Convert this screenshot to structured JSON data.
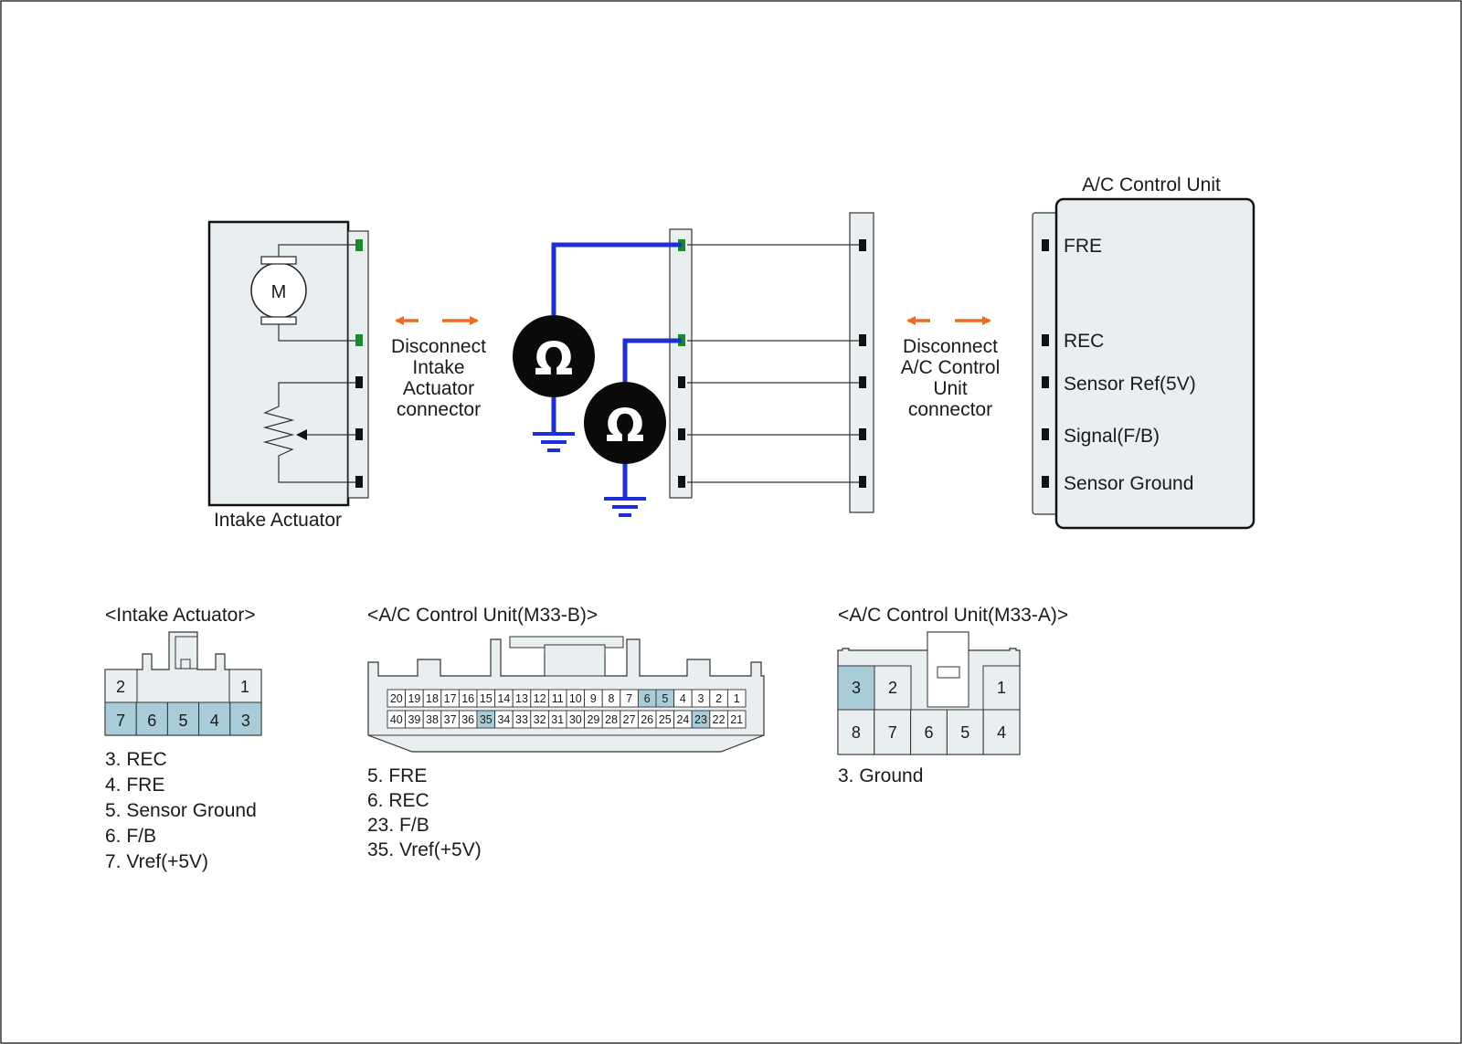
{
  "diagram": {
    "intake_actuator": {
      "title": "Intake Actuator",
      "motor_symbol": "M"
    },
    "disconnect_left": [
      "Disconnect",
      "Intake",
      "Actuator",
      "connector"
    ],
    "disconnect_right": [
      "Disconnect",
      "A/C Control",
      "Unit",
      "connector"
    ],
    "ac_unit": {
      "title": "A/C Control Unit",
      "pins": [
        "FRE",
        "REC",
        "Sensor Ref(5V)",
        "Signal(F/B)",
        "Sensor Ground"
      ]
    },
    "ohmmeter_symbol": "Ω",
    "colors": {
      "wire_blue": "#1f2fd6",
      "pin_green": "#1c8a2c",
      "arrow_orange": "#ee6b1e",
      "highlight_cell": "#a9cdd8",
      "connector_fill": "#e9eff0",
      "legend_green": "#2e8b3a"
    }
  },
  "connectors": {
    "intake_actuator": {
      "title": "<Intake Actuator>",
      "top_row": [
        "2",
        "1"
      ],
      "bottom_row": [
        "7",
        "6",
        "5",
        "4",
        "3"
      ],
      "highlighted": [
        "7",
        "6",
        "5",
        "4",
        "3"
      ],
      "legend": [
        {
          "text": "3. REC",
          "green": true
        },
        {
          "text": "4. FRE",
          "green": true
        },
        {
          "text": "5. Sensor Ground",
          "green": false
        },
        {
          "text": "6. F/B",
          "green": false
        },
        {
          "text": "7. Vref(+5V)",
          "green": false
        }
      ]
    },
    "m33b": {
      "title": "<A/C Control Unit(M33-B)>",
      "top_row": [
        "20",
        "19",
        "18",
        "17",
        "16",
        "15",
        "14",
        "13",
        "12",
        "11",
        "10",
        "9",
        "8",
        "7",
        "6",
        "5",
        "4",
        "3",
        "2",
        "1"
      ],
      "bottom_row": [
        "40",
        "39",
        "38",
        "37",
        "36",
        "35",
        "34",
        "33",
        "32",
        "31",
        "30",
        "29",
        "28",
        "27",
        "26",
        "25",
        "24",
        "23",
        "22",
        "21"
      ],
      "highlighted": [
        "6",
        "5",
        "35",
        "23"
      ],
      "legend": [
        "5. FRE",
        "6. REC",
        "23. F/B",
        "35. Vref(+5V)"
      ]
    },
    "m33a": {
      "title": "<A/C Control Unit(M33-A)>",
      "top_row": [
        "3",
        "2",
        "1"
      ],
      "bottom_row": [
        "8",
        "7",
        "6",
        "5",
        "4"
      ],
      "highlighted": [
        "3"
      ],
      "legend": [
        "3. Ground"
      ]
    }
  }
}
